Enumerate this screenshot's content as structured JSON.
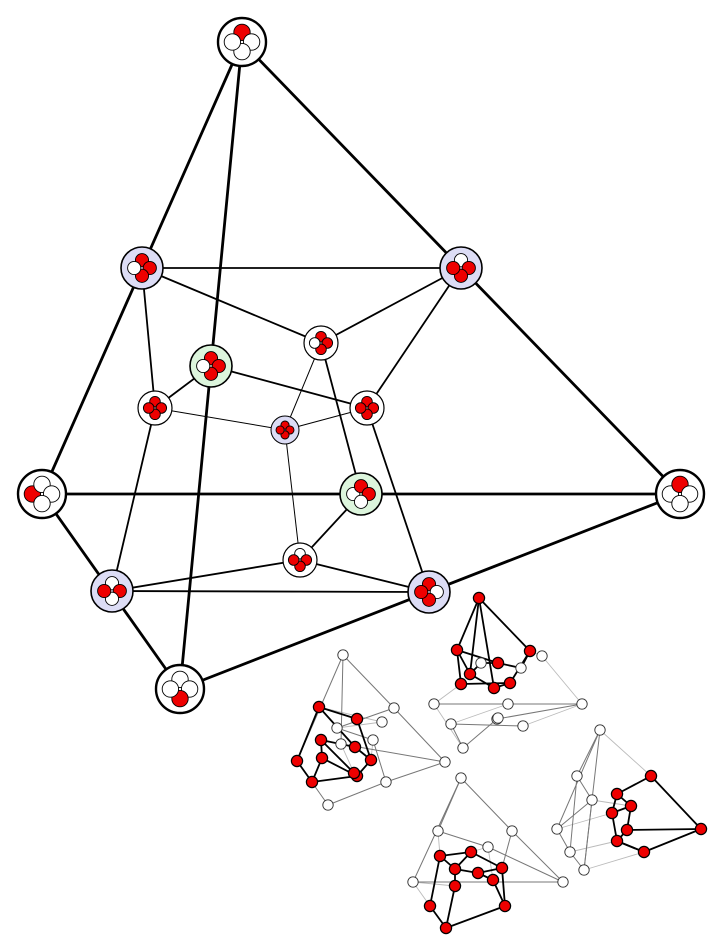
{
  "title": "",
  "colors": {
    "filled": "#ee0000",
    "empty": "#ffffff",
    "stroke": "#000000",
    "outer_fill": "#ffffff",
    "blue_fill": "#dcdcf5",
    "green_fill": "#dcf5dc",
    "faint_edge": "#bbbbbb",
    "mid_edge": "#777777"
  },
  "main_graph": {
    "nodes": [
      {
        "id": "T",
        "tier": "outer",
        "tint": "white",
        "subs": [
          1,
          0,
          0,
          0
        ],
        "dir": 0
      },
      {
        "id": "L",
        "tier": "outer",
        "tint": "white",
        "subs": [
          1,
          0,
          0,
          0
        ],
        "dir": -90
      },
      {
        "id": "R",
        "tier": "outer",
        "tint": "white",
        "subs": [
          0,
          1,
          0,
          0
        ],
        "dir": -90
      },
      {
        "id": "B",
        "tier": "outer",
        "tint": "white",
        "subs": [
          0,
          0,
          1,
          0
        ],
        "dir": 0
      },
      {
        "id": "UL",
        "tier": "middle",
        "tint": "blue",
        "subs": [
          1,
          1,
          1,
          0
        ],
        "dir": 0
      },
      {
        "id": "UR",
        "tier": "middle",
        "tint": "blue",
        "subs": [
          0,
          1,
          1,
          1
        ],
        "dir": 0
      },
      {
        "id": "LL",
        "tier": "middle",
        "tint": "blue",
        "subs": [
          0,
          1,
          0,
          1
        ],
        "dir": 0
      },
      {
        "id": "LR",
        "tier": "middle",
        "tint": "blue",
        "subs": [
          1,
          0,
          1,
          1
        ],
        "dir": 0
      },
      {
        "id": "G1",
        "tier": "middle",
        "tint": "green",
        "subs": [
          1,
          1,
          1,
          0
        ],
        "dir": 0
      },
      {
        "id": "G2",
        "tier": "middle",
        "tint": "green",
        "subs": [
          0,
          1,
          1,
          0
        ],
        "dir": -90
      },
      {
        "id": "TM",
        "tier": "inner",
        "tint": "white",
        "subs": [
          1,
          1,
          1,
          0
        ],
        "dir": 0
      },
      {
        "id": "ML",
        "tier": "inner",
        "tint": "white",
        "subs": [
          1,
          1,
          1,
          1
        ],
        "dir": 0
      },
      {
        "id": "MR",
        "tier": "inner",
        "tint": "white",
        "subs": [
          1,
          1,
          1,
          1
        ],
        "dir": 0
      },
      {
        "id": "BM",
        "tier": "inner",
        "tint": "white",
        "subs": [
          0,
          1,
          1,
          1
        ],
        "dir": 0
      },
      {
        "id": "C",
        "tier": "core",
        "tint": "blue",
        "subs": [
          1,
          1,
          1,
          1
        ],
        "dir": 0
      }
    ],
    "edges": [
      [
        "T",
        "L",
        3
      ],
      [
        "T",
        "R",
        3
      ],
      [
        "T",
        "B",
        3
      ],
      [
        "L",
        "R",
        3
      ],
      [
        "L",
        "B",
        3
      ],
      [
        "B",
        "R",
        3
      ],
      [
        "UL",
        "UR",
        2
      ],
      [
        "UL",
        "ML",
        2
      ],
      [
        "UL",
        "TM",
        2
      ],
      [
        "UR",
        "TM",
        2
      ],
      [
        "UR",
        "MR",
        2
      ],
      [
        "ML",
        "LL",
        2
      ],
      [
        "LL",
        "BM",
        2
      ],
      [
        "LL",
        "LR",
        2
      ],
      [
        "LR",
        "BM",
        2
      ],
      [
        "LR",
        "MR",
        2
      ],
      [
        "G1",
        "MR",
        2
      ],
      [
        "G1",
        "ML",
        2
      ],
      [
        "TM",
        "G2",
        2
      ],
      [
        "G2",
        "BM",
        2
      ],
      [
        "ML",
        "C",
        1
      ],
      [
        "MR",
        "C",
        1
      ],
      [
        "C",
        "BM",
        1
      ],
      [
        "TM",
        "C",
        1
      ]
    ]
  },
  "small_graphs": [
    {
      "id": "sg-top",
      "nodes": [
        {
          "filled": true
        },
        {
          "filled": true
        },
        {
          "filled": true
        },
        {
          "filled": true
        },
        {
          "filled": true
        },
        {
          "filled": true
        },
        {
          "filled": true
        },
        {
          "filled": true
        },
        {
          "filled": false
        },
        {
          "filled": false
        },
        {
          "filled": false
        },
        {
          "filled": false
        },
        {
          "filled": false
        },
        {
          "filled": false
        },
        {
          "filled": false
        },
        {
          "filled": false
        },
        {
          "filled": false
        },
        {
          "filled": false
        },
        {
          "filled": false
        }
      ]
    },
    {
      "id": "sg-left",
      "nodes": [
        {
          "filled": true
        },
        {
          "filled": true
        },
        {
          "filled": true
        },
        {
          "filled": true
        },
        {
          "filled": true
        },
        {
          "filled": true
        },
        {
          "filled": true
        },
        {
          "filled": true
        },
        {
          "filled": true
        },
        {
          "filled": true
        },
        {
          "filled": false
        },
        {
          "filled": false
        },
        {
          "filled": false
        },
        {
          "filled": false
        },
        {
          "filled": false
        },
        {
          "filled": false
        },
        {
          "filled": false
        },
        {
          "filled": false
        },
        {
          "filled": false
        }
      ]
    },
    {
      "id": "sg-bottom",
      "nodes": [
        {
          "filled": true
        },
        {
          "filled": true
        },
        {
          "filled": true
        },
        {
          "filled": true
        },
        {
          "filled": true
        },
        {
          "filled": true
        },
        {
          "filled": true
        },
        {
          "filled": true
        },
        {
          "filled": true
        },
        {
          "filled": true
        },
        {
          "filled": false
        },
        {
          "filled": false
        },
        {
          "filled": false
        },
        {
          "filled": false
        },
        {
          "filled": false
        },
        {
          "filled": false
        }
      ]
    },
    {
      "id": "sg-right",
      "nodes": [
        {
          "filled": true
        },
        {
          "filled": true
        },
        {
          "filled": true
        },
        {
          "filled": true
        },
        {
          "filled": true
        },
        {
          "filled": true
        },
        {
          "filled": true
        },
        {
          "filled": true
        },
        {
          "filled": false
        },
        {
          "filled": false
        },
        {
          "filled": false
        },
        {
          "filled": false
        },
        {
          "filled": false
        },
        {
          "filled": false
        }
      ]
    }
  ]
}
